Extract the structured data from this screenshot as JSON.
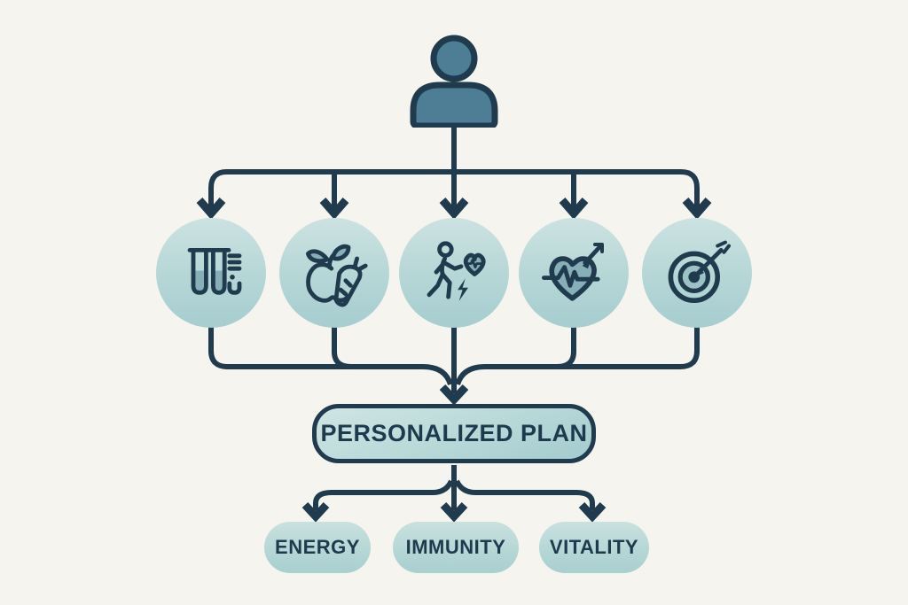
{
  "diagram": {
    "person": {
      "icon": "person-icon"
    },
    "factors": [
      {
        "icon": "test-tubes-icon"
      },
      {
        "icon": "apple-carrot-icon"
      },
      {
        "icon": "walking-heart-icon"
      },
      {
        "icon": "heartbeat-icon"
      },
      {
        "icon": "target-arrow-icon"
      }
    ],
    "plan": {
      "label": "PERSONALIZED PLAN"
    },
    "outcomes": [
      {
        "label": "ENERGY"
      },
      {
        "label": "IMMUNITY"
      },
      {
        "label": "VITALITY"
      }
    ],
    "colors": {
      "background": "#f6f4ee",
      "line": "#1f3b4d",
      "node_fill": "#b5d6d6",
      "node_fill_light": "#cce2e1",
      "icon_accent_fill": "#86afb7",
      "person_fill": "#4e7e95",
      "text": "#1d3a4e"
    }
  }
}
